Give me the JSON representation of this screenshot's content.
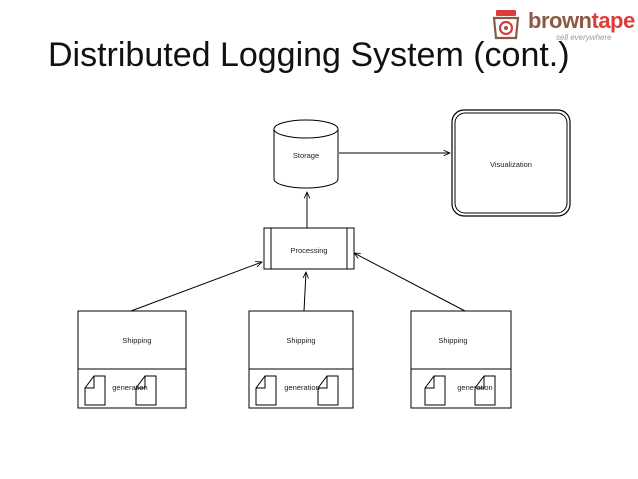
{
  "slide": {
    "title": "Distributed Logging System (cont.)"
  },
  "logo": {
    "brand_a": "brown",
    "brand_b": "tape",
    "tagline": "sell everywhere",
    "color_a": "#8a5a44",
    "color_b": "#e03a3a",
    "icon": "tape-dispenser-icon"
  },
  "diagram": {
    "storage": "Storage",
    "visualization": "Visualization",
    "processing": "Processing",
    "nodes": [
      {
        "shipping": "Shipping",
        "generation": "generation"
      },
      {
        "shipping": "Shipping",
        "generation": "generation"
      },
      {
        "shipping": "Shipping",
        "generation": "generation"
      }
    ]
  }
}
